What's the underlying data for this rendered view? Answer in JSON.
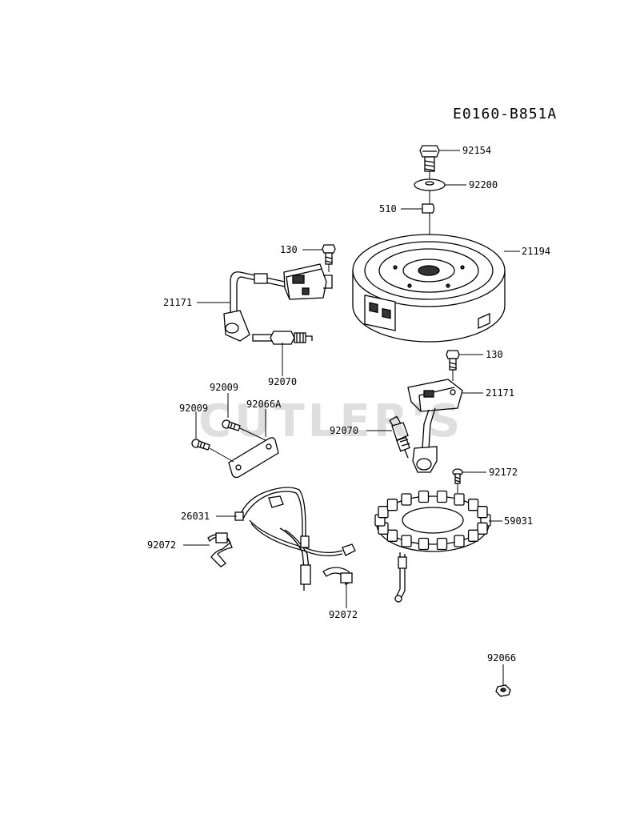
{
  "diagram": {
    "code": "E0160-B851A",
    "watermark": "CUTLER'S",
    "labels": {
      "bolt_flywheel": "92154",
      "washer_flywheel": "92200",
      "key": "510",
      "flywheel": "21194",
      "bolt_coil_top": "130",
      "coil_left": "21171",
      "plug_left": "92070",
      "bolt_coil_right": "130",
      "coil_right": "21171",
      "screw_a": "92009",
      "screw_b": "92009",
      "plate": "92066A",
      "plug_right": "92070",
      "screw_stator": "92172",
      "harness": "26031",
      "stator": "59031",
      "clamp_left": "92072",
      "clamp_bottom": "92072",
      "nut": "92066"
    }
  }
}
